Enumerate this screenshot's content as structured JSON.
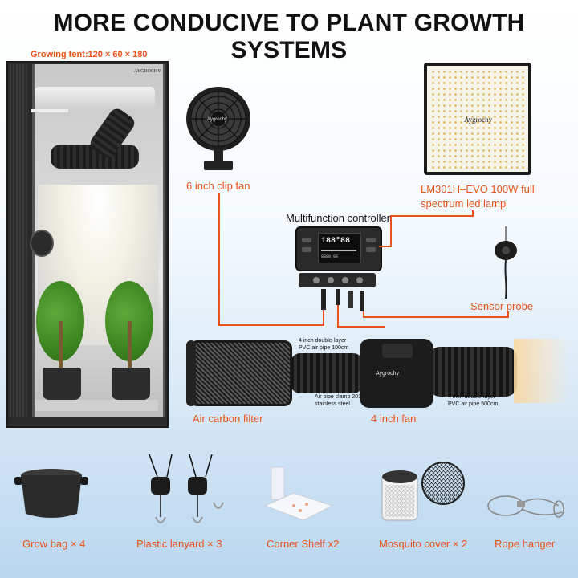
{
  "title": "MORE CONDUCIVE TO PLANT GROWTH SYSTEMS",
  "tent_label": "Growing tent:120 × 60 × 180",
  "brand": "AYGROCHY",
  "brand_small": "Aygrochy",
  "clip_fan_label": "6 inch clip fan",
  "lamp_label_line1": "LM301H–EVO 100W full",
  "lamp_label_line2": "spectrum led lamp",
  "controller_label": "Multifunction controller",
  "sensor_label": "Sensor probe",
  "pipe1_line1": "4 inch double-layer",
  "pipe1_line2": "PVC air pipe 100cm",
  "clamp_line1": "Air pipe clamp 201",
  "clamp_line2": "stainless steel",
  "pipe2_line1": "4 inch double-layer",
  "pipe2_line2": "PVC air pipe 500cm",
  "carbon_filter_label": "Air carbon filter",
  "inline_fan_label": "4 inch fan",
  "accessories": {
    "grow_bag": "Grow bag × 4",
    "lanyard": "Plastic lanyard × 3",
    "shelf": "Corner Shelf x2",
    "mosquito": "Mosquito cover × 2",
    "rope": "Rope hanger"
  },
  "colors": {
    "accent": "#e8531b",
    "title": "#111111"
  }
}
